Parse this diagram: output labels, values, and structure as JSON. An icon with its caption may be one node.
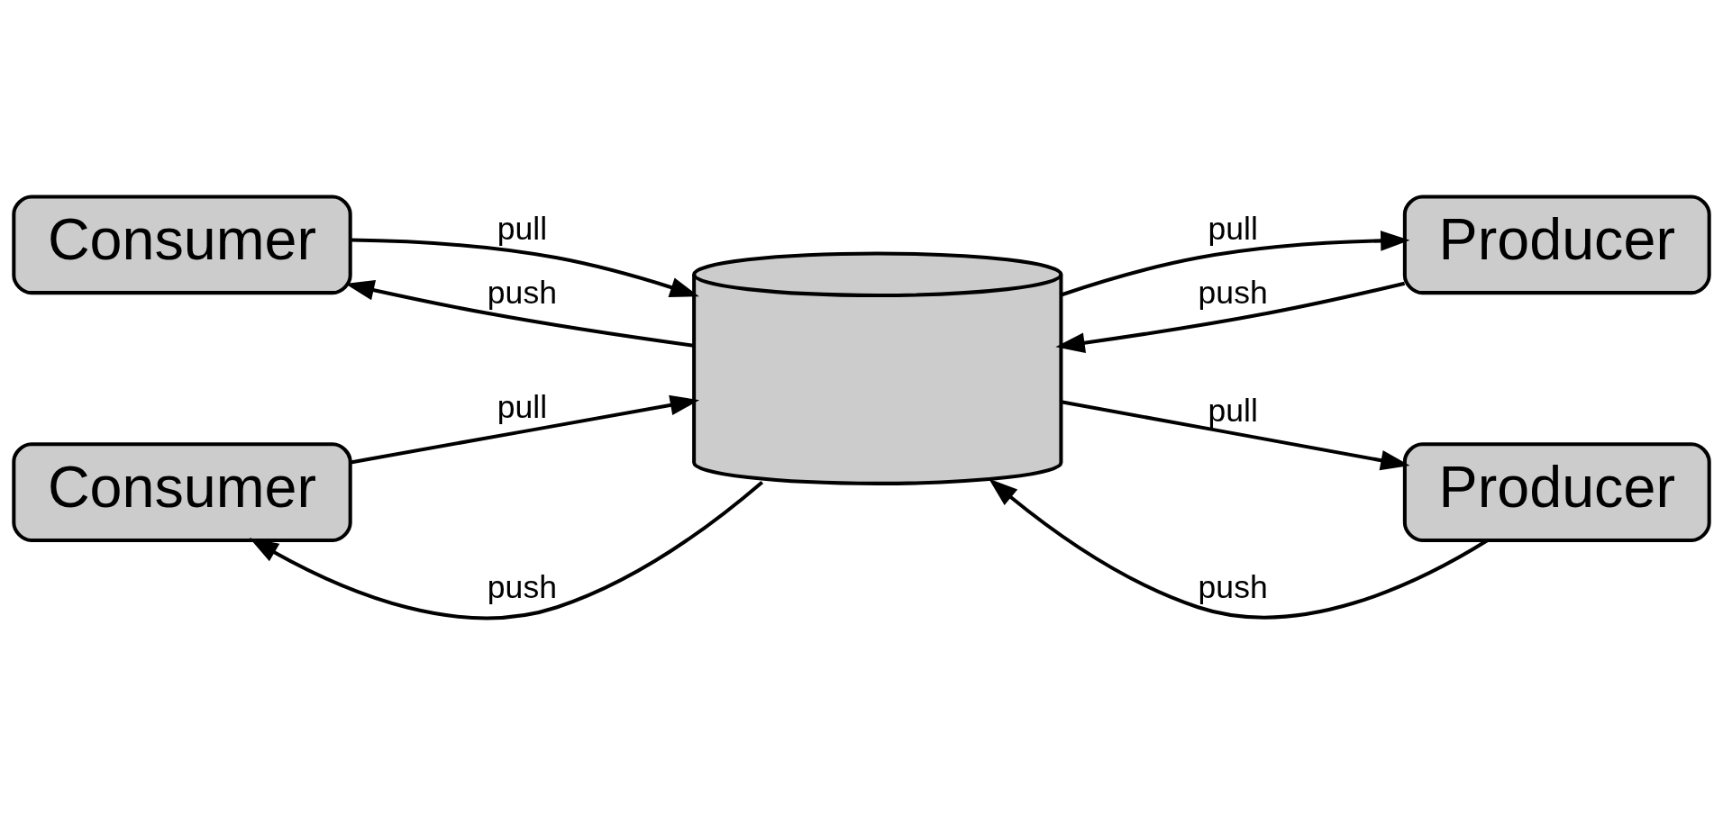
{
  "diagram": {
    "nodes": [
      {
        "text": [
          "Consumer"
        ]
      },
      {
        "text": [
          "Producer"
        ]
      },
      {
        "text": [],
        "shape": "cylinder"
      },
      {
        "text": [
          "Consumer"
        ]
      },
      {
        "text": [
          "Producer"
        ]
      }
    ],
    "edges": [
      {
        "from": 2,
        "to": 0,
        "arrow": "to",
        "label": "push"
      },
      {
        "from": 0,
        "to": 2,
        "arrow": "to",
        "label": "pull"
      },
      {
        "from": 1,
        "to": 2,
        "arrow": "to",
        "label": "push"
      },
      {
        "from": 2,
        "to": 1,
        "arrow": "to",
        "label": "pull"
      },
      {
        "from": 2,
        "to": 3,
        "arrow": "to",
        "label": "push"
      },
      {
        "from": 3,
        "to": 2,
        "arrow": "to",
        "label": "pull"
      },
      {
        "from": 4,
        "to": 2,
        "arrow": "to",
        "label": "push"
      },
      {
        "from": 2,
        "to": 4,
        "arrow": "to",
        "label": "pull"
      }
    ]
  }
}
